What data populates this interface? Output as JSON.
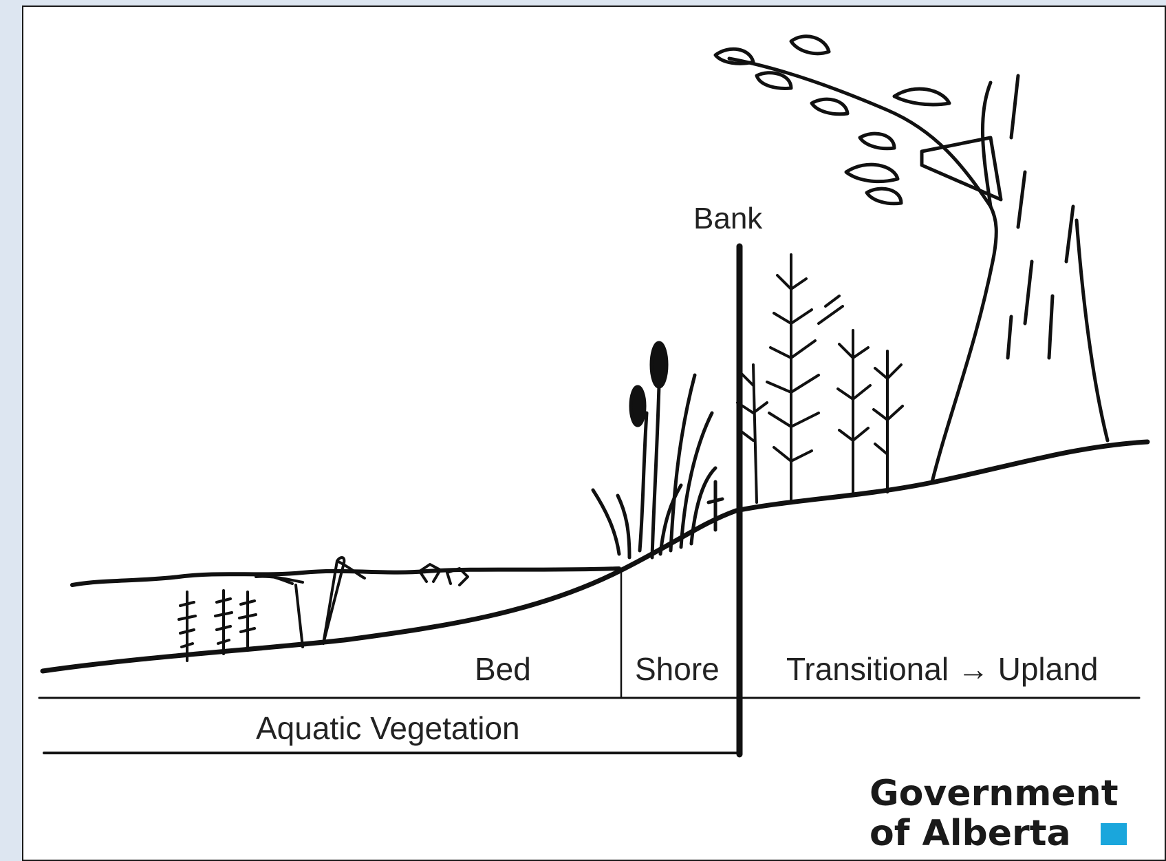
{
  "diagram": {
    "labels": {
      "bank": "Bank",
      "bed": "Bed",
      "shore": "Shore",
      "transitional_upland": "Transitional → Upland",
      "aquatic_vegetation": "Aquatic Vegetation"
    },
    "logo": {
      "line1": "Government",
      "line2": "of Alberta",
      "accent_color": "#1aa6dc"
    }
  }
}
